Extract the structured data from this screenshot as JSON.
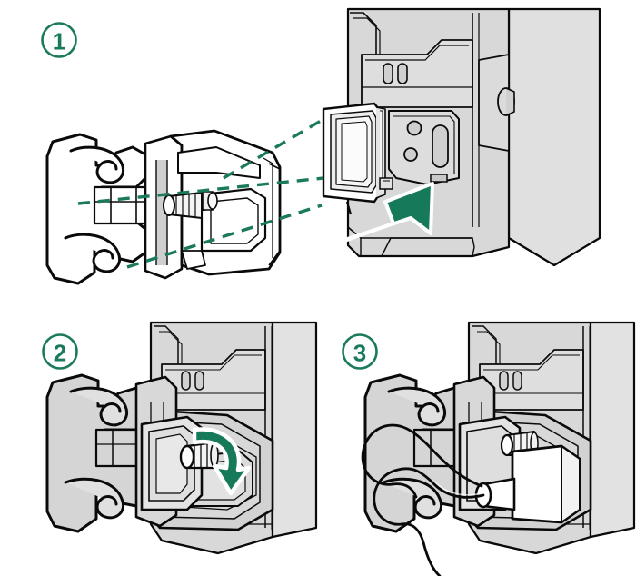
{
  "document": {
    "type": "technical-assembly-illustration",
    "title": "Power cord retention clip installation",
    "background_color": "#ffffff"
  },
  "palette": {
    "accent_green": "#1B7A5D",
    "outline_black": "#0A0A0A",
    "chassis_fill": "#D8D8D8",
    "chassis_fill_dark": "#C4C4C4",
    "chassis_fill_light": "#E6E6E6",
    "part_white": "#FFFFFF",
    "shadow_gray": "#BFBFBF",
    "halo_white": "#FFFFFF"
  },
  "steps": [
    {
      "id": "step-1",
      "number": "1",
      "badge_name": "step-1-badge",
      "description": "Align the power cord retention clip with the bracket slot on the server chassis and slide it in",
      "has_insertion_arrow": true,
      "has_alignment_guides": true,
      "alignment_guide_count": 3,
      "arrow_kind": "straight-insertion-arrow",
      "arrow_direction": "up-right"
    },
    {
      "id": "step-2",
      "number": "2",
      "badge_name": "step-2-badge",
      "description": "Rotate the thumbscrew clockwise to secure the retention clip in place",
      "has_insertion_arrow": false,
      "has_alignment_guides": false,
      "arrow_kind": "curved-rotation-arrow",
      "arrow_direction": "clockwise"
    },
    {
      "id": "step-3",
      "number": "3",
      "badge_name": "step-3-badge",
      "description": "Connect the power cord and route the cable through the clip hooks",
      "has_insertion_arrow": false,
      "has_alignment_guides": false,
      "arrow_kind": "none",
      "arrow_direction": ""
    }
  ],
  "parts": {
    "retention_clip": "power-cord-retention-clip",
    "thumbscrew": "knurled-thumbscrew",
    "chassis": "server-chassis-corner",
    "access_panel": "hinged-access-panel",
    "vent_slots": "oval-vent-slots",
    "power_connector": "power-cord-connector-plug",
    "power_cable": "power-cable"
  }
}
